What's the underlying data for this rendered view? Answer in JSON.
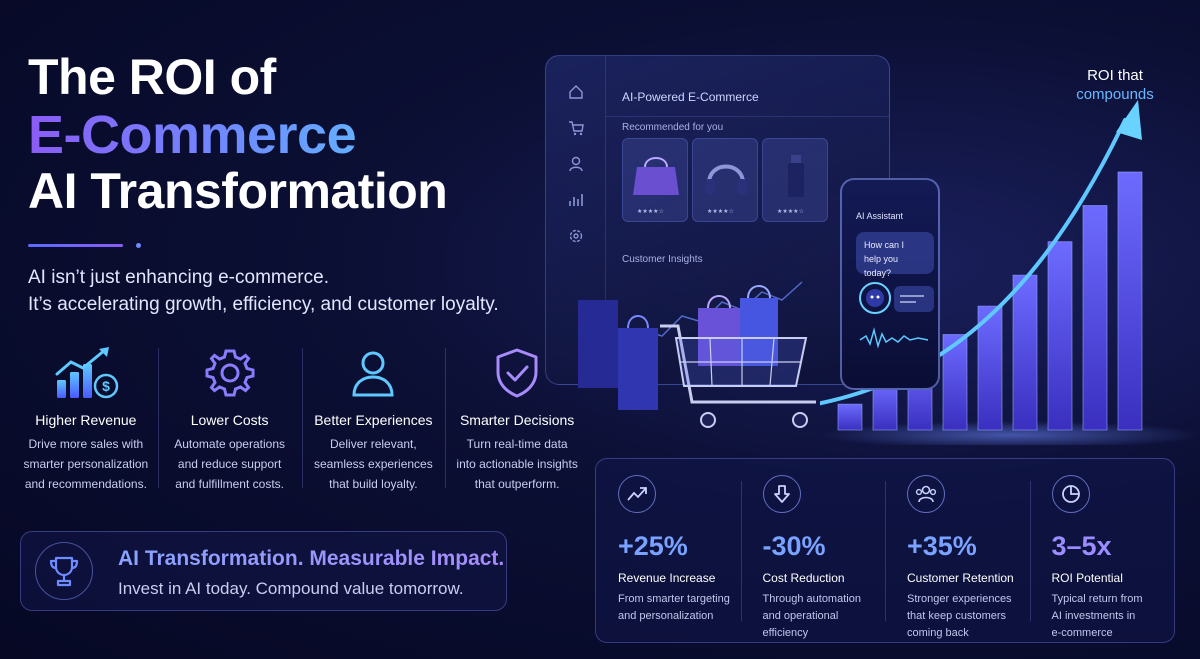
{
  "hero": {
    "line1": "The ROI of",
    "line2": "E-Commerce",
    "line3": "AI Transformation",
    "subtitle_1": "AI isn’t just enhancing e-commerce.",
    "subtitle_2": "It’s accelerating growth, efficiency, and customer loyalty."
  },
  "benefits": [
    {
      "title": "Higher Revenue",
      "icon": "revenue-chart-icon",
      "desc": [
        "Drive more sales with",
        "smarter personalization",
        "and recommendations."
      ]
    },
    {
      "title": "Lower Costs",
      "icon": "gear-icon",
      "desc": [
        "Automate operations",
        "and reduce support",
        "and fulfillment costs."
      ]
    },
    {
      "title": "Better Experiences",
      "icon": "user-icon",
      "desc": [
        "Deliver relevant,",
        "seamless experiences",
        "that build loyalty."
      ]
    },
    {
      "title": "Smarter Decisions",
      "icon": "shield-check-icon",
      "desc": [
        "Turn real-time data",
        "into actionable insights",
        "that outperform."
      ]
    }
  ],
  "impact": {
    "heading": "AI Transformation. Measurable Impact.",
    "sub": "Invest in AI today. Compound value tomorrow."
  },
  "tablet": {
    "title": "AI-Powered E-Commerce",
    "recommended": "Recommended for you",
    "insights": "Customer Insights",
    "rating": "★★★★☆"
  },
  "phone": {
    "assistant": "AI Assistant",
    "question_1": "How can I",
    "question_2": "help you today?"
  },
  "roi": {
    "line1": "ROI that",
    "line2": "compounds"
  },
  "stats": [
    {
      "value": "+25%",
      "title": "Revenue Increase",
      "icon": "trend-up-icon",
      "desc": [
        "From smarter targeting",
        "and personalization"
      ]
    },
    {
      "value": "-30%",
      "title": "Cost Reduction",
      "icon": "arrow-down-icon",
      "desc": [
        "Through automation",
        "and operational efficiency"
      ]
    },
    {
      "value": "+35%",
      "title": "Customer Retention",
      "icon": "users-icon",
      "desc": [
        "Stronger experiences",
        "that keep customers",
        "coming back"
      ]
    },
    {
      "value": "3–5x",
      "title": "ROI Potential",
      "icon": "pie-chart-icon",
      "desc": [
        "Typical return from",
        "AI investments in",
        "e-commerce"
      ]
    }
  ],
  "colors": {
    "accent": "#6d8cff",
    "purple": "#8b5cf6",
    "background": "#0b0f33"
  },
  "growth_bars": [
    0.1,
    0.18,
    0.27,
    0.37,
    0.48,
    0.6,
    0.73,
    0.87,
    1.0
  ]
}
